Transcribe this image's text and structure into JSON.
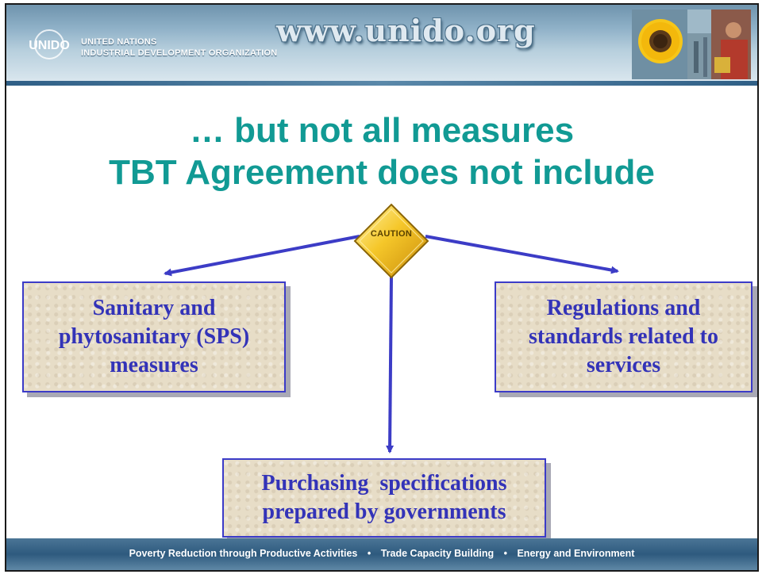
{
  "header": {
    "logo_word": "UNIDO",
    "org_line1": "UNITED NATIONS",
    "org_line2": "INDUSTRIAL DEVELOPMENT ORGANIZATION",
    "url": "www.unido.org"
  },
  "title": {
    "line1": "… but not all measures",
    "line2": "TBT Agreement does not include"
  },
  "caution_sign": {
    "label": "CAUTION",
    "icon": "caution-diamond-icon"
  },
  "boxes": {
    "sps": [
      "Sanitary and",
      "phytosanitary (SPS)",
      "measures"
    ],
    "services": [
      "Regulations and",
      "standards related to",
      "services"
    ],
    "purchasing": [
      "Purchasing  specifications",
      "prepared by governments"
    ]
  },
  "footer": {
    "items": [
      "Poverty Reduction through Productive Activities",
      "Trade Capacity Building",
      "Energy and Environment"
    ],
    "separator": "•"
  },
  "colors": {
    "title": "#119a94",
    "box_text": "#3333b8",
    "box_border": "#3b3bc8",
    "box_fill": "#e7ddc7",
    "arrow": "#3c3cc6",
    "caution": "#f2c12e"
  }
}
